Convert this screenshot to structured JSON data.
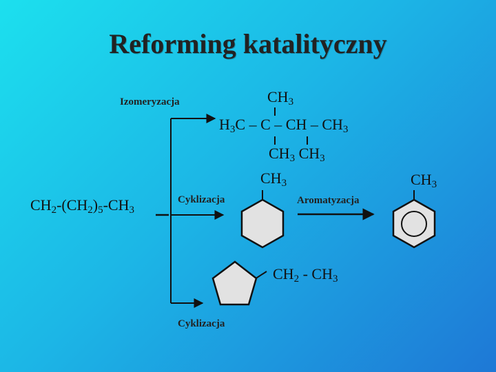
{
  "title": "Reforming katalityczny",
  "reactant": {
    "main": "CH",
    "s1": "2",
    "mid": "-(CH",
    "s2": "2",
    "mid2": ")",
    "s3": "5",
    "end": "-CH",
    "s4": "3"
  },
  "processes": {
    "isomerization": "Izomeryzacja",
    "cyclization_top": "Cyklizacja",
    "aromatization": "Aromatyzacja",
    "cyclization_bottom": "Cyklizacja"
  },
  "isomer": {
    "top_ch": "CH",
    "top_sub": "3",
    "row_left": "H",
    "row_left_sub": "3",
    "row_c": "C –",
    "row_mid": "C –",
    "row_ch": "CH –",
    "row_end": "CH",
    "row_end_sub": "3",
    "b1": "CH",
    "b1_sub": "3",
    "b2": "CH",
    "b2_sub": "3"
  },
  "cyclohexane_group": {
    "text": "CH",
    "sub": "3"
  },
  "toluene_group": {
    "text": "CH",
    "sub": "3"
  },
  "cyclopentane_group": {
    "text": "CH",
    "s1": "2",
    "mid": " - CH",
    "s2": "3"
  },
  "colors": {
    "ring_fill": "#e2e2e2",
    "line": "#111111"
  }
}
